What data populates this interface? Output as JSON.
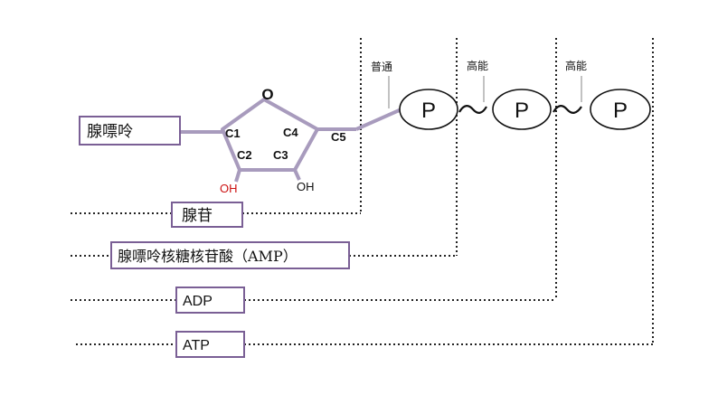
{
  "diagram": {
    "labels": {
      "adenine": "腺嘌呤",
      "adenosine": "腺苷",
      "amp": "腺嘌呤核糖核苷酸（AMP）",
      "adp": "ADP",
      "atp": "ATP"
    },
    "ring": {
      "oxygen": "O",
      "c1": "C1",
      "c2": "C2",
      "c3": "C3",
      "c4": "C4",
      "c5": "C5",
      "oh_c2": "OH",
      "oh_c3": "OH"
    },
    "bonds": {
      "ordinary": "普通",
      "high_energy_1": "高能",
      "high_energy_2": "高能"
    },
    "phosphate": {
      "p1": "P",
      "p2": "P",
      "p3": "P"
    },
    "colors": {
      "ring": "#a89bbd",
      "box_border": "#7a5f95",
      "oh_c2": "#cc1111",
      "text": "#111111"
    }
  }
}
